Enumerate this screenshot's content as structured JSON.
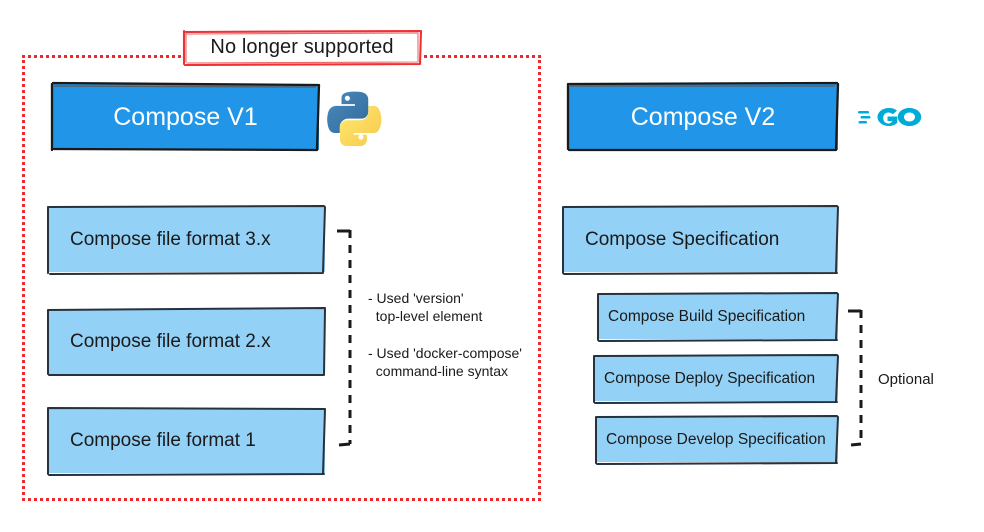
{
  "diagram": {
    "title_note": "No longer supported",
    "deprecated_region": {
      "label": "No longer supported",
      "border_color": "#ea2a2f"
    },
    "colors": {
      "primary_box": "#2196e8",
      "sub_box": "#93d1f6",
      "alert": "#ea2a2f",
      "go_cyan": "#00acd7",
      "python_blue": "#366f9e",
      "python_yellow": "#ffd googled"
    },
    "columns": [
      {
        "name": "compose-v1",
        "header": "Compose V1",
        "logo": "python-logo",
        "items": [
          "Compose file format 3.x",
          "Compose file format 2.x",
          "Compose file format 1"
        ],
        "annotation": {
          "line1": "- Used 'version'",
          "line2": "  top-level element",
          "line3": "- Used 'docker-compose'",
          "line4": "  command-line syntax"
        }
      },
      {
        "name": "compose-v2",
        "header": "Compose V2",
        "logo": "go-logo",
        "spec": "Compose Specification",
        "items": [
          "Compose Build Specification",
          "Compose Deploy Specification",
          "Compose Develop Specification"
        ],
        "annotation": {
          "label": "Optional"
        }
      }
    ]
  }
}
